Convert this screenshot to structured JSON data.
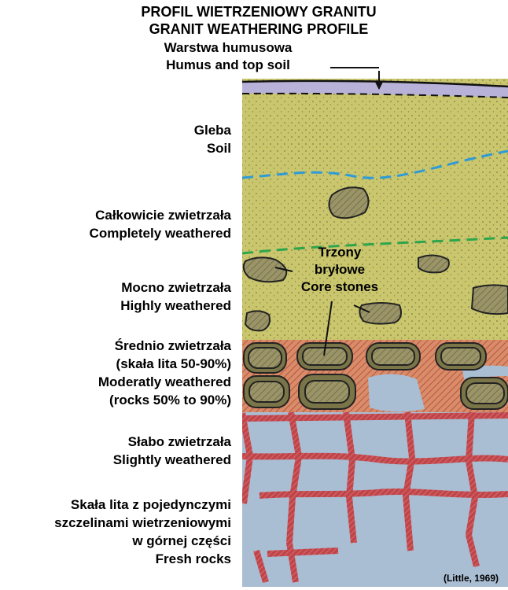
{
  "title": {
    "pl": "PROFIL WIETRZENIOWY GRANITU",
    "en": "GRANIT WEATHERING PROFILE"
  },
  "humus": {
    "pl": "Warstwa humusowa",
    "en": "Humus and top soil"
  },
  "layers": [
    {
      "id": "soil",
      "lines": [
        "Gleba",
        "Soil"
      ]
    },
    {
      "id": "completely",
      "lines": [
        "Całkowicie zwietrzała",
        "Completely weathered"
      ]
    },
    {
      "id": "highly",
      "lines": [
        "Mocno zwietrzała",
        "Highly weathered"
      ]
    },
    {
      "id": "moderately",
      "lines": [
        "Średnio zwietrzała",
        "(skała lita  50-90%)",
        "Moderatly weathered",
        "(rocks 50% to 90%)"
      ]
    },
    {
      "id": "slightly",
      "lines": [
        "Słabo zwietrzała",
        "Slightly weathered"
      ]
    },
    {
      "id": "fresh",
      "lines": [
        "Skała lita z pojedynczymi",
        "szczelinami wietrzeniowymi",
        "w górnej części",
        "Fresh rocks"
      ]
    }
  ],
  "core_stones": {
    "lines": [
      "Trzony",
      "bryłowe",
      "Core stones"
    ]
  },
  "citation": "(Little, 1969)",
  "colors": {
    "soil": "#c9c66e",
    "humus": "#b9b2d8",
    "core_stone": "#9a9468",
    "rock": "#a9bdd3",
    "vein": "#c0454a",
    "moderate_band": "#b88060",
    "blue_dash": "#2e9bd6",
    "green_dash": "#2ea54a"
  }
}
